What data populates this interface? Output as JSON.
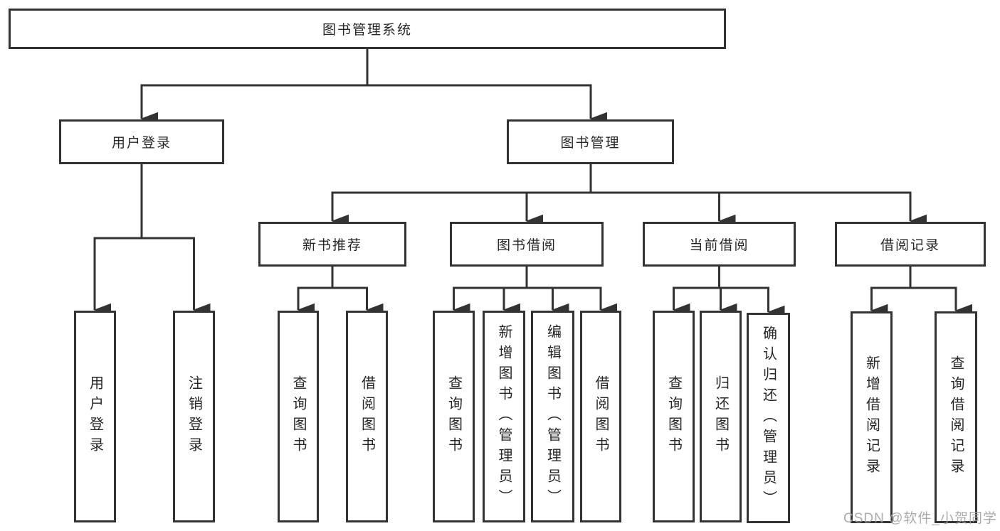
{
  "diagram": {
    "root": {
      "label": "图书管理系统"
    },
    "level2": [
      {
        "id": "user-login",
        "label": "用户登录"
      },
      {
        "id": "book-management",
        "label": "图书管理"
      }
    ],
    "level3": [
      {
        "id": "new-book-recommend",
        "parent": "图书管理",
        "label": "新书推荐"
      },
      {
        "id": "book-borrowing",
        "parent": "图书管理",
        "label": "图书借阅"
      },
      {
        "id": "current-borrowing",
        "parent": "图书管理",
        "label": "当前借阅"
      },
      {
        "id": "borrowing-records",
        "parent": "图书管理",
        "label": "借阅记录"
      }
    ],
    "level4": [
      {
        "parent": "用户登录",
        "label": "用户登录"
      },
      {
        "parent": "用户登录",
        "label": "注销登录"
      },
      {
        "parent": "新书推荐",
        "label": "查询图书"
      },
      {
        "parent": "新书推荐",
        "label": "借阅图书"
      },
      {
        "parent": "图书借阅",
        "label": "查询图书"
      },
      {
        "parent": "图书借阅",
        "label": "新增图书（管理员）"
      },
      {
        "parent": "图书借阅",
        "label": "编辑图书（管理员）"
      },
      {
        "parent": "图书借阅",
        "label": "借阅图书"
      },
      {
        "parent": "当前借阅",
        "label": "查询图书"
      },
      {
        "parent": "当前借阅",
        "label": "归还图书"
      },
      {
        "parent": "当前借阅",
        "label": "确认归还（管理员）"
      },
      {
        "parent": "借阅记录",
        "label": "新增借阅记录"
      },
      {
        "parent": "借阅记录",
        "label": "查询借阅记录"
      }
    ]
  },
  "watermark": {
    "text": "CSDN @软件_小贺同学"
  },
  "colors": {
    "line": "#333333",
    "text": "#262626",
    "background": "#ffffff",
    "watermark": "#a3a3a3"
  }
}
